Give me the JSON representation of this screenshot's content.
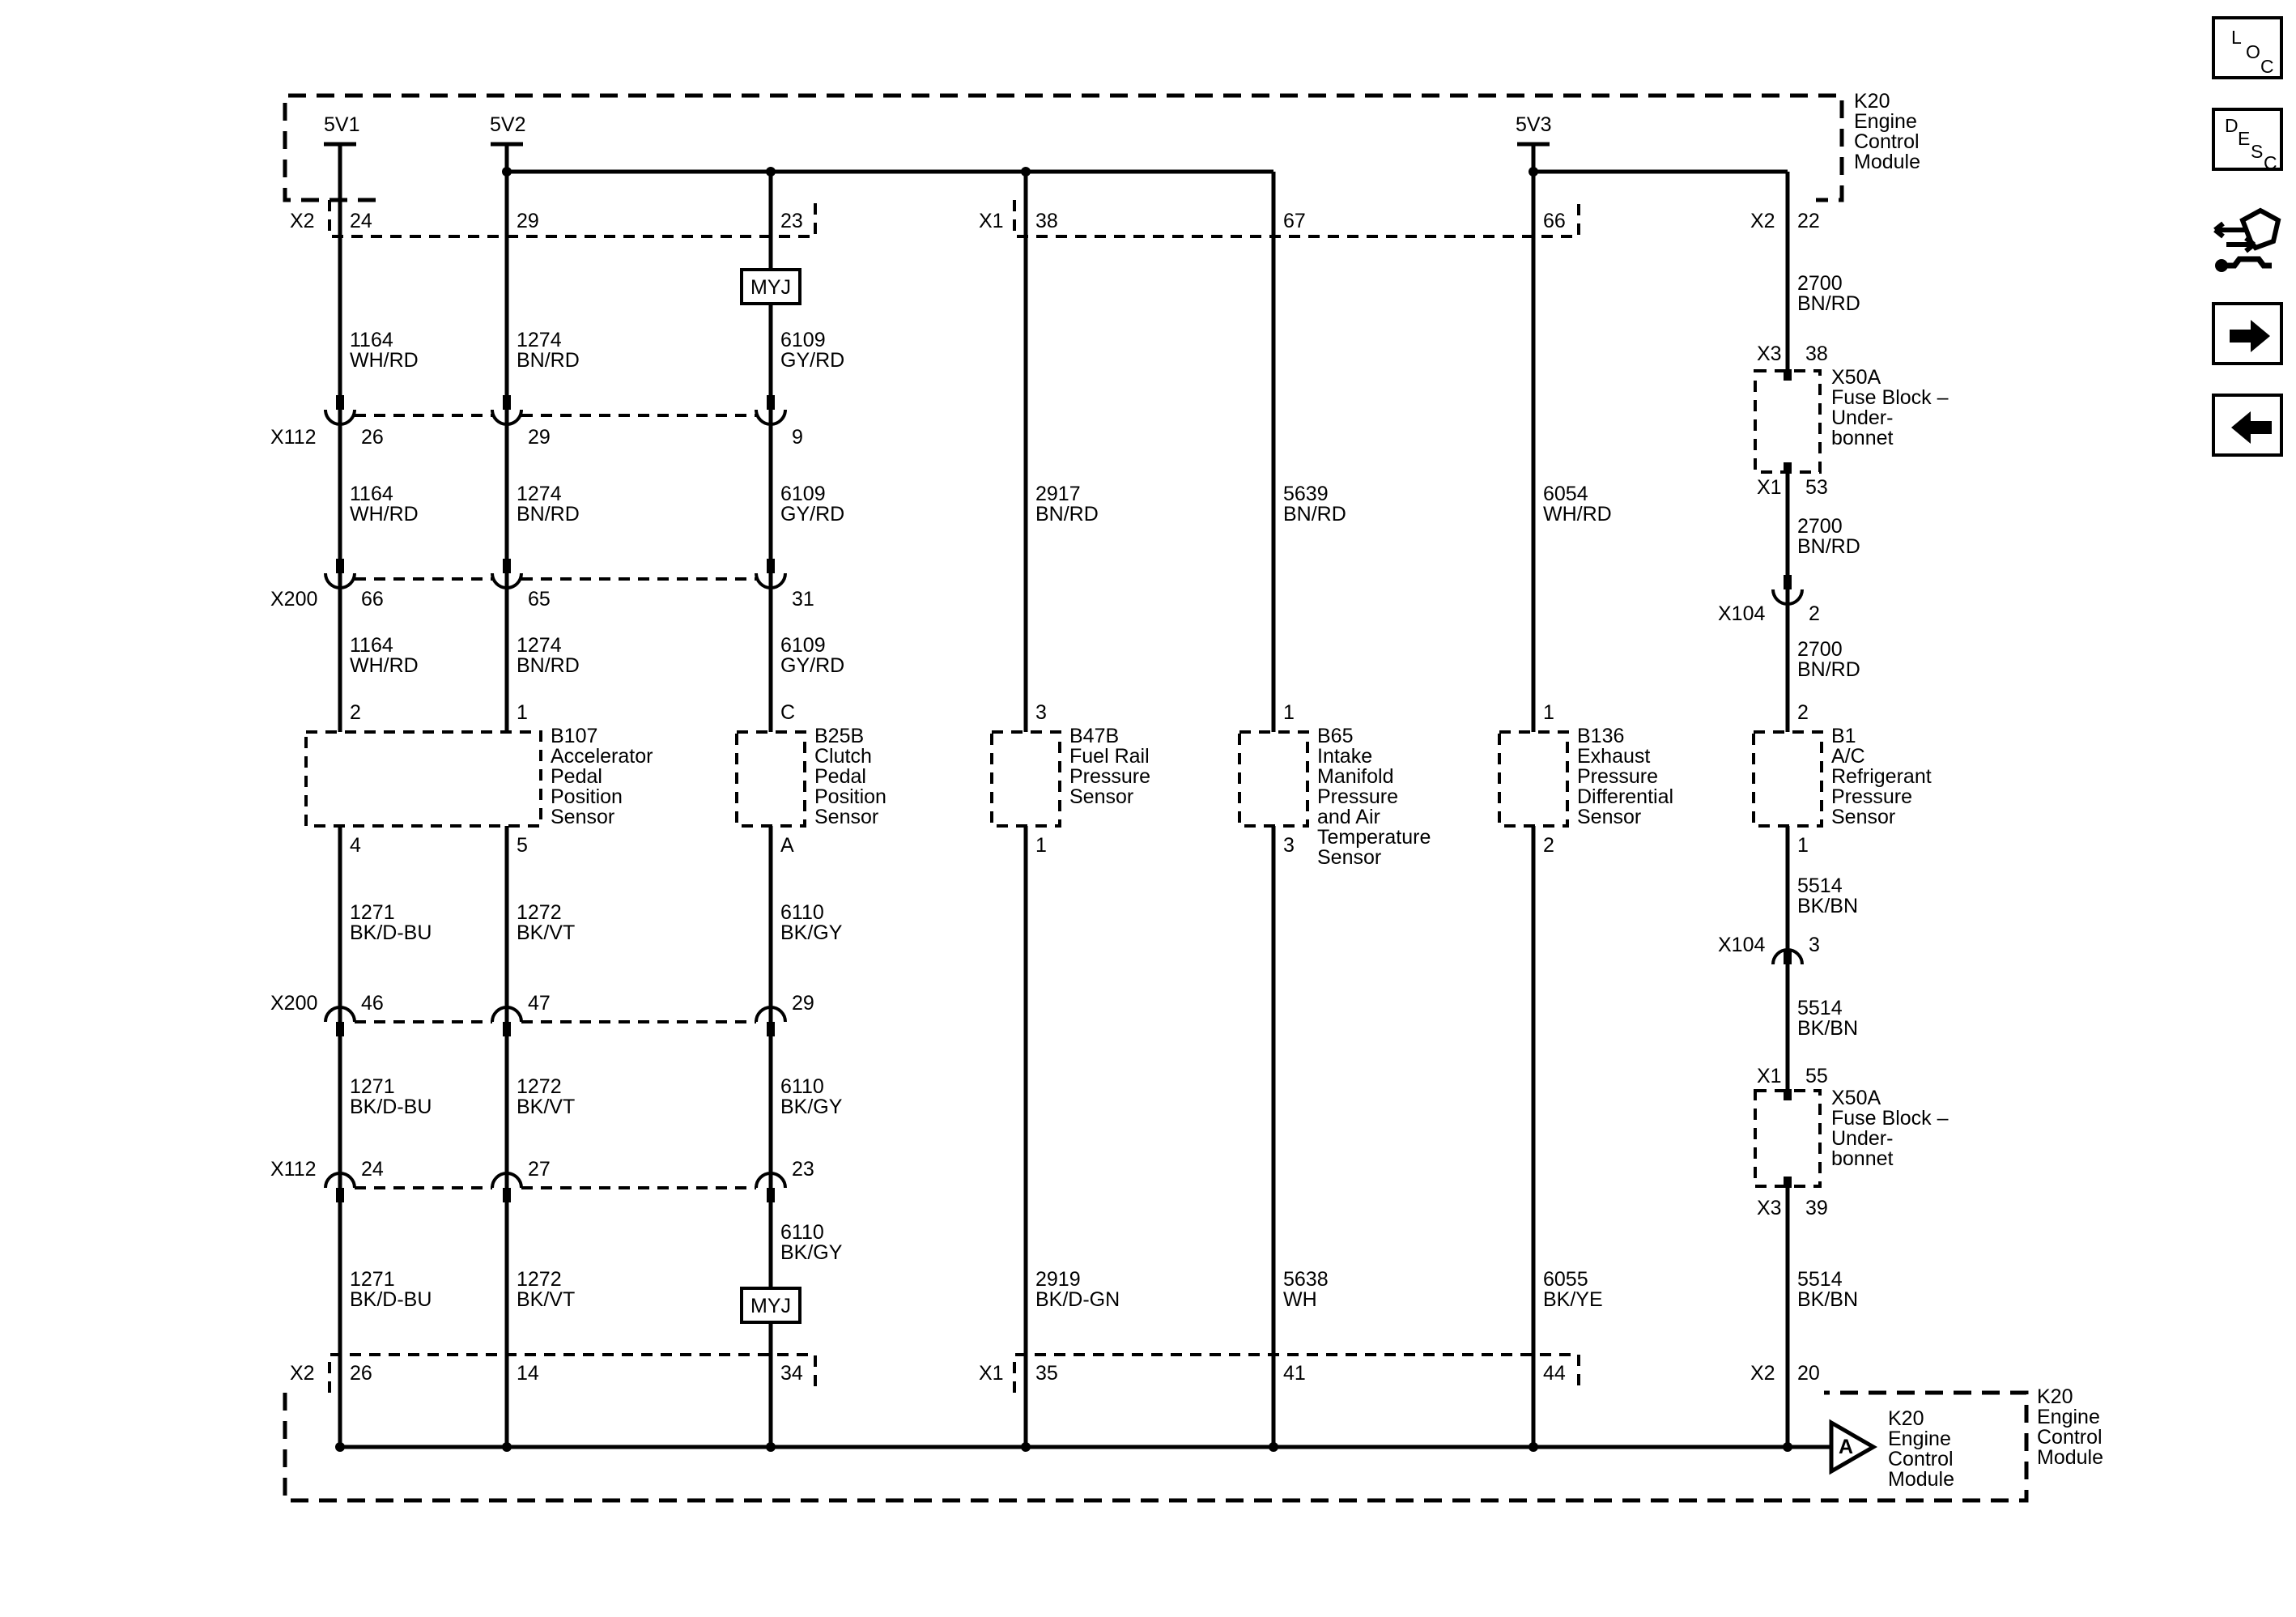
{
  "ecm": {
    "top_label": [
      "K20",
      "Engine",
      "Control",
      "Module"
    ],
    "bottom_label": [
      "K20",
      "Engine",
      "Control",
      "Module"
    ],
    "ref_label": [
      "K20",
      "Engine",
      "Control",
      "Module"
    ],
    "ref_letter": "A"
  },
  "supplies": [
    "5V1",
    "5V2",
    "5V3"
  ],
  "top_connectors": {
    "x2": "X2",
    "x1": "X1",
    "pins": [
      "24",
      "29",
      "23",
      "38",
      "67",
      "66",
      "22"
    ]
  },
  "bottom_connectors": {
    "x2": "X2",
    "x1": "X1",
    "pins": [
      "26",
      "14",
      "34",
      "35",
      "41",
      "44",
      "20"
    ]
  },
  "splice": "MYJ",
  "inline_connectors": {
    "x112": "X112",
    "x200": "X200",
    "x104": "X104",
    "x112_top_pins": [
      "26",
      "29",
      "9"
    ],
    "x200_top_pins": [
      "66",
      "65",
      "31"
    ],
    "x200_bot_pins": [
      "46",
      "47",
      "29"
    ],
    "x112_bot_pins": [
      "24",
      "27",
      "23"
    ],
    "x104_top_pin": "2",
    "x104_bot_pin": "3"
  },
  "wires": {
    "c1_top": [
      "1164",
      "WH/RD"
    ],
    "c2_top": [
      "1274",
      "BN/RD"
    ],
    "c3_top": [
      "6109",
      "GY/RD"
    ],
    "c4_top": [
      "2917",
      "BN/RD"
    ],
    "c5_top": [
      "5639",
      "BN/RD"
    ],
    "c6_top": [
      "6054",
      "WH/RD"
    ],
    "c7_top": [
      "2700",
      "BN/RD"
    ],
    "c1_bot": [
      "1271",
      "BK/D-BU"
    ],
    "c2_bot": [
      "1272",
      "BK/VT"
    ],
    "c3_bot": [
      "6110",
      "BK/GY"
    ],
    "c4_bot": [
      "2919",
      "BK/D-GN"
    ],
    "c5_bot": [
      "5638",
      "WH"
    ],
    "c6_bot": [
      "6055",
      "BK/YE"
    ],
    "c7_bot": [
      "5514",
      "BK/BN"
    ]
  },
  "sensors": {
    "b107": {
      "lines": [
        "B107",
        "Accelerator",
        "Pedal",
        "Position",
        "Sensor"
      ],
      "pins_top": [
        "2",
        "1"
      ],
      "pins_bot": [
        "4",
        "5"
      ]
    },
    "b25b": {
      "lines": [
        "B25B",
        "Clutch",
        "Pedal",
        "Position",
        "Sensor"
      ],
      "pin_top": "C",
      "pin_bot": "A"
    },
    "b47b": {
      "lines": [
        "B47B",
        "Fuel Rail",
        "Pressure",
        "Sensor"
      ],
      "pin_top": "3",
      "pin_bot": "1"
    },
    "b65": {
      "lines": [
        "B65",
        "Intake",
        "Manifold",
        "Pressure",
        "and Air",
        "Temperature",
        "Sensor"
      ],
      "pin_top": "1",
      "pin_bot": "3"
    },
    "b136": {
      "lines": [
        "B136",
        "Exhaust",
        "Pressure",
        "Differential",
        "Sensor"
      ],
      "pin_top": "1",
      "pin_bot": "2"
    },
    "b1": {
      "lines": [
        "B1",
        "A/C",
        "Refrigerant",
        "Pressure",
        "Sensor"
      ],
      "pin_top": "2",
      "pin_bot": "1"
    }
  },
  "fuse_block": {
    "lines": [
      "X50A",
      "Fuse Block –",
      "Under-",
      "bonnet"
    ],
    "upper": {
      "top_conn": "X3",
      "top_pin": "38",
      "bot_conn": "X1",
      "bot_pin": "53"
    },
    "lower": {
      "top_conn": "X1",
      "top_pin": "55",
      "bot_conn": "X3",
      "bot_pin": "39"
    }
  },
  "sidebar": {
    "loc": [
      "L",
      "O",
      "C"
    ],
    "desc": [
      "D",
      "E",
      "S",
      "C"
    ]
  }
}
